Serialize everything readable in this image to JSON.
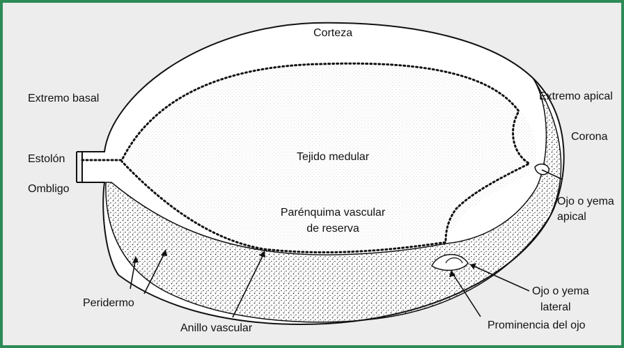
{
  "labels": {
    "corteza": "Corteza",
    "extremo_basal": "Extremo basal",
    "extremo_apical": "Extremo apical",
    "corona": "Corona",
    "estolon": "Estolón",
    "ombligo": "Ombligo",
    "tejido_medular": "Tejido medular",
    "parenquima_line1": "Parénquima vascular",
    "parenquima_line2": "de reserva",
    "ojo_apical_line1": "Ojo o yema",
    "ojo_apical_line2": "apical",
    "ojo_lateral_line1": "Ojo o yema",
    "ojo_lateral_line2": "lateral",
    "peridermo": "Peridermo",
    "anillo_vascular": "Anillo vascular",
    "prominencia": "Prominencia del ojo"
  },
  "colors": {
    "frame_border": "#2e8b57",
    "background": "#ededed",
    "tuber_fill": "#ffffff",
    "ink": "#111111"
  }
}
